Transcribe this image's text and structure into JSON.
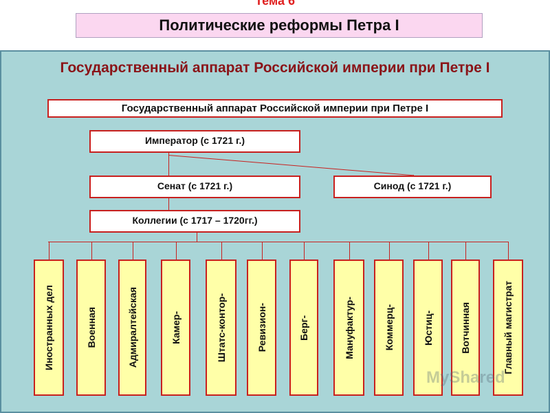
{
  "top_label": "Тема 6",
  "title": "Политические реформы Петра I",
  "heading": "Государственный аппарат Российской империи при Петре I",
  "subtitle": "Государственный аппарат Российской империи при Петре I",
  "emperor": "Император (с 1721 г.)",
  "senate": "Сенат (с 1721 г.)",
  "synod": "Синод (с 1721 г.)",
  "colleges_box": "Коллегии (с 1717 – 1720гг.)",
  "colleges": [
    "Иностранных дел",
    "Военная",
    "Адмиралтейская",
    "Камер-",
    "Штатс-контор-",
    "Ревизион-",
    "Берг-",
    "Мануфактур-",
    "Коммерц-",
    "Юстиц-",
    "Вотчинная",
    "Главный магистрат"
  ],
  "watermark": "MyShared"
}
